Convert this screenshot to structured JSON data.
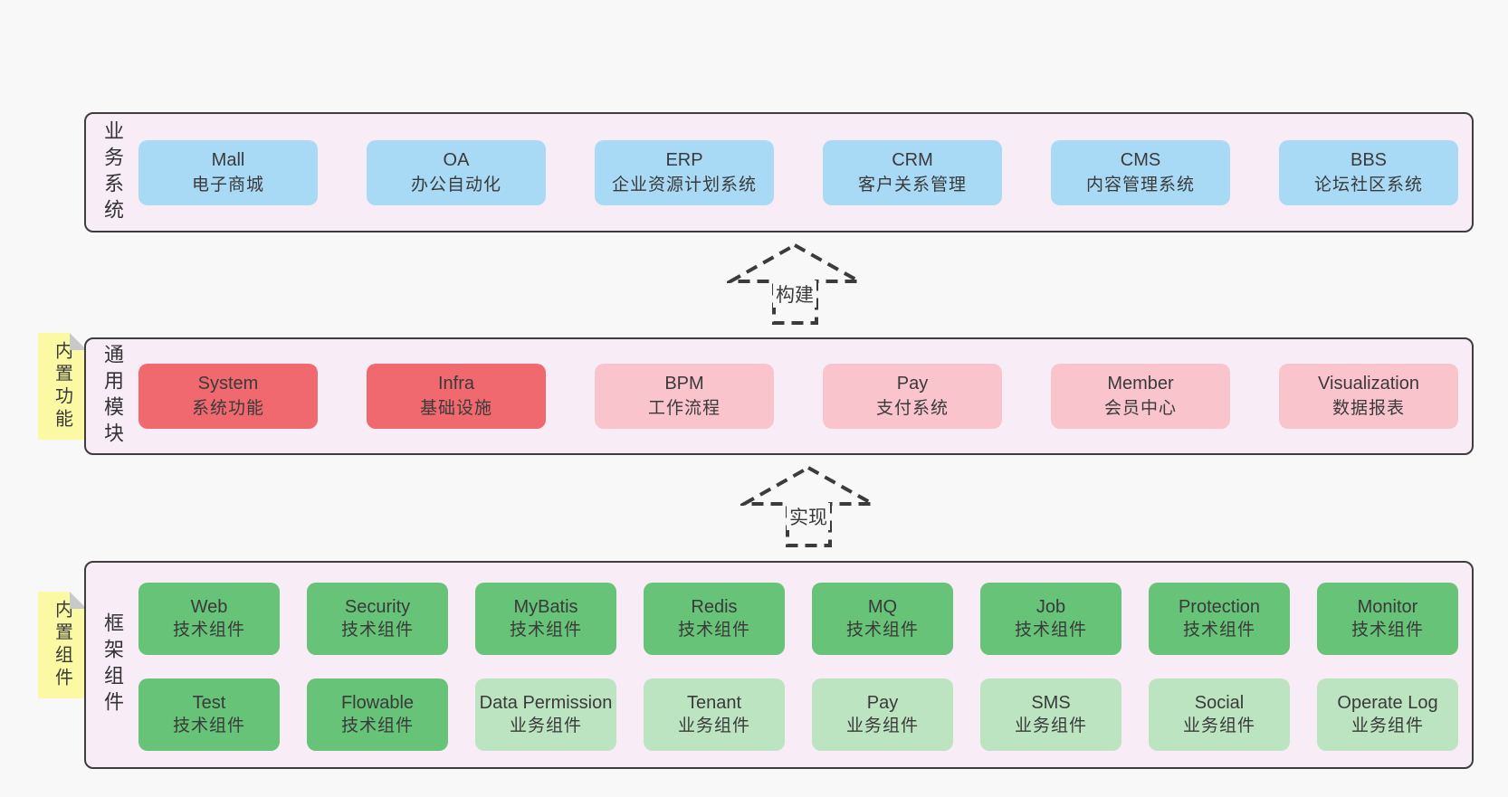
{
  "colors": {
    "page-bg": "#f8f8f8",
    "container-bg": "#f8ecf6",
    "container-border": "#3d3d3d",
    "box-blue": "#a9daf5",
    "box-red": "#f0696e",
    "box-pink": "#fac4cc",
    "box-green": "#66c377",
    "box-lightgreen": "#bce4c1",
    "note-yellow": "#fbf9a3",
    "note-fold": "#c9c9c9",
    "text": "#3a3a3a",
    "arrow": "#3b3b3b"
  },
  "layers": {
    "business": {
      "label": "业务系统",
      "boxes": [
        {
          "en": "Mall",
          "zh": "电子商城",
          "type": "blue"
        },
        {
          "en": "OA",
          "zh": "办公自动化",
          "type": "blue"
        },
        {
          "en": "ERP",
          "zh": "企业资源计划系统",
          "type": "blue"
        },
        {
          "en": "CRM",
          "zh": "客户关系管理",
          "type": "blue"
        },
        {
          "en": "CMS",
          "zh": "内容管理系统",
          "type": "blue"
        },
        {
          "en": "BBS",
          "zh": "论坛社区系统",
          "type": "blue"
        }
      ]
    },
    "modules": {
      "label": "通用模块",
      "note": "内置功能",
      "boxes": [
        {
          "en": "System",
          "zh": "系统功能",
          "type": "red"
        },
        {
          "en": "Infra",
          "zh": "基础设施",
          "type": "red"
        },
        {
          "en": "BPM",
          "zh": "工作流程",
          "type": "pink"
        },
        {
          "en": "Pay",
          "zh": "支付系统",
          "type": "pink"
        },
        {
          "en": "Member",
          "zh": "会员中心",
          "type": "pink"
        },
        {
          "en": "Visualization",
          "zh": "数据报表",
          "type": "pink"
        }
      ]
    },
    "components": {
      "label": "框架组件",
      "note": "内置组件",
      "row1": [
        {
          "en": "Web",
          "zh": "技术组件",
          "type": "green"
        },
        {
          "en": "Security",
          "zh": "技术组件",
          "type": "green"
        },
        {
          "en": "MyBatis",
          "zh": "技术组件",
          "type": "green"
        },
        {
          "en": "Redis",
          "zh": "技术组件",
          "type": "green"
        },
        {
          "en": "MQ",
          "zh": "技术组件",
          "type": "green"
        },
        {
          "en": "Job",
          "zh": "技术组件",
          "type": "green"
        },
        {
          "en": "Protection",
          "zh": "技术组件",
          "type": "green"
        },
        {
          "en": "Monitor",
          "zh": "技术组件",
          "type": "green"
        }
      ],
      "row2": [
        {
          "en": "Test",
          "zh": "技术组件",
          "type": "green"
        },
        {
          "en": "Flowable",
          "zh": "技术组件",
          "type": "green"
        },
        {
          "en": "Data Permission",
          "zh": "业务组件",
          "type": "lightgreen"
        },
        {
          "en": "Tenant",
          "zh": "业务组件",
          "type": "lightgreen"
        },
        {
          "en": "Pay",
          "zh": "业务组件",
          "type": "lightgreen"
        },
        {
          "en": "SMS",
          "zh": "业务组件",
          "type": "lightgreen"
        },
        {
          "en": "Social",
          "zh": "业务组件",
          "type": "lightgreen"
        },
        {
          "en": "Operate Log",
          "zh": "业务组件",
          "type": "lightgreen"
        }
      ]
    }
  },
  "arrows": {
    "build": {
      "label": "构建"
    },
    "implement": {
      "label": "实现"
    }
  }
}
